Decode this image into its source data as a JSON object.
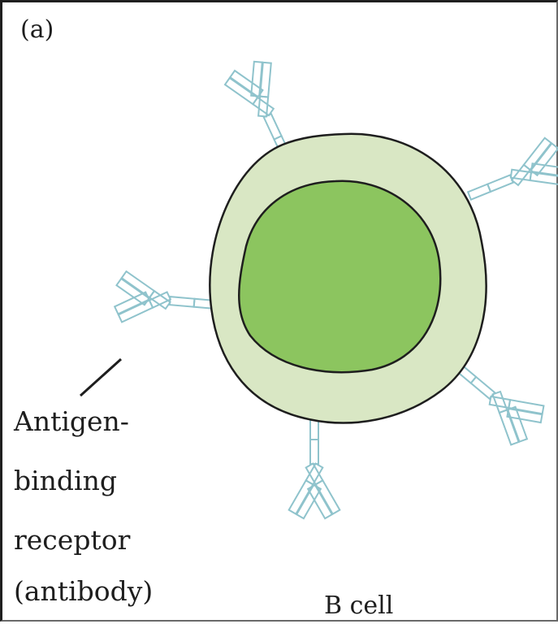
{
  "panel_label": "(a)",
  "receptor_label": {
    "line1": "Antigen-",
    "line2": "binding",
    "line3": "receptor",
    "line4": "(antibody)"
  },
  "cell_label": "B cell",
  "colors": {
    "cytoplasm": "#d9e7c4",
    "nucleus": "#8cc55f",
    "outline": "#1e1e1e",
    "antibody": "#8fc3cc"
  },
  "icons": [
    "antibody-icon"
  ]
}
